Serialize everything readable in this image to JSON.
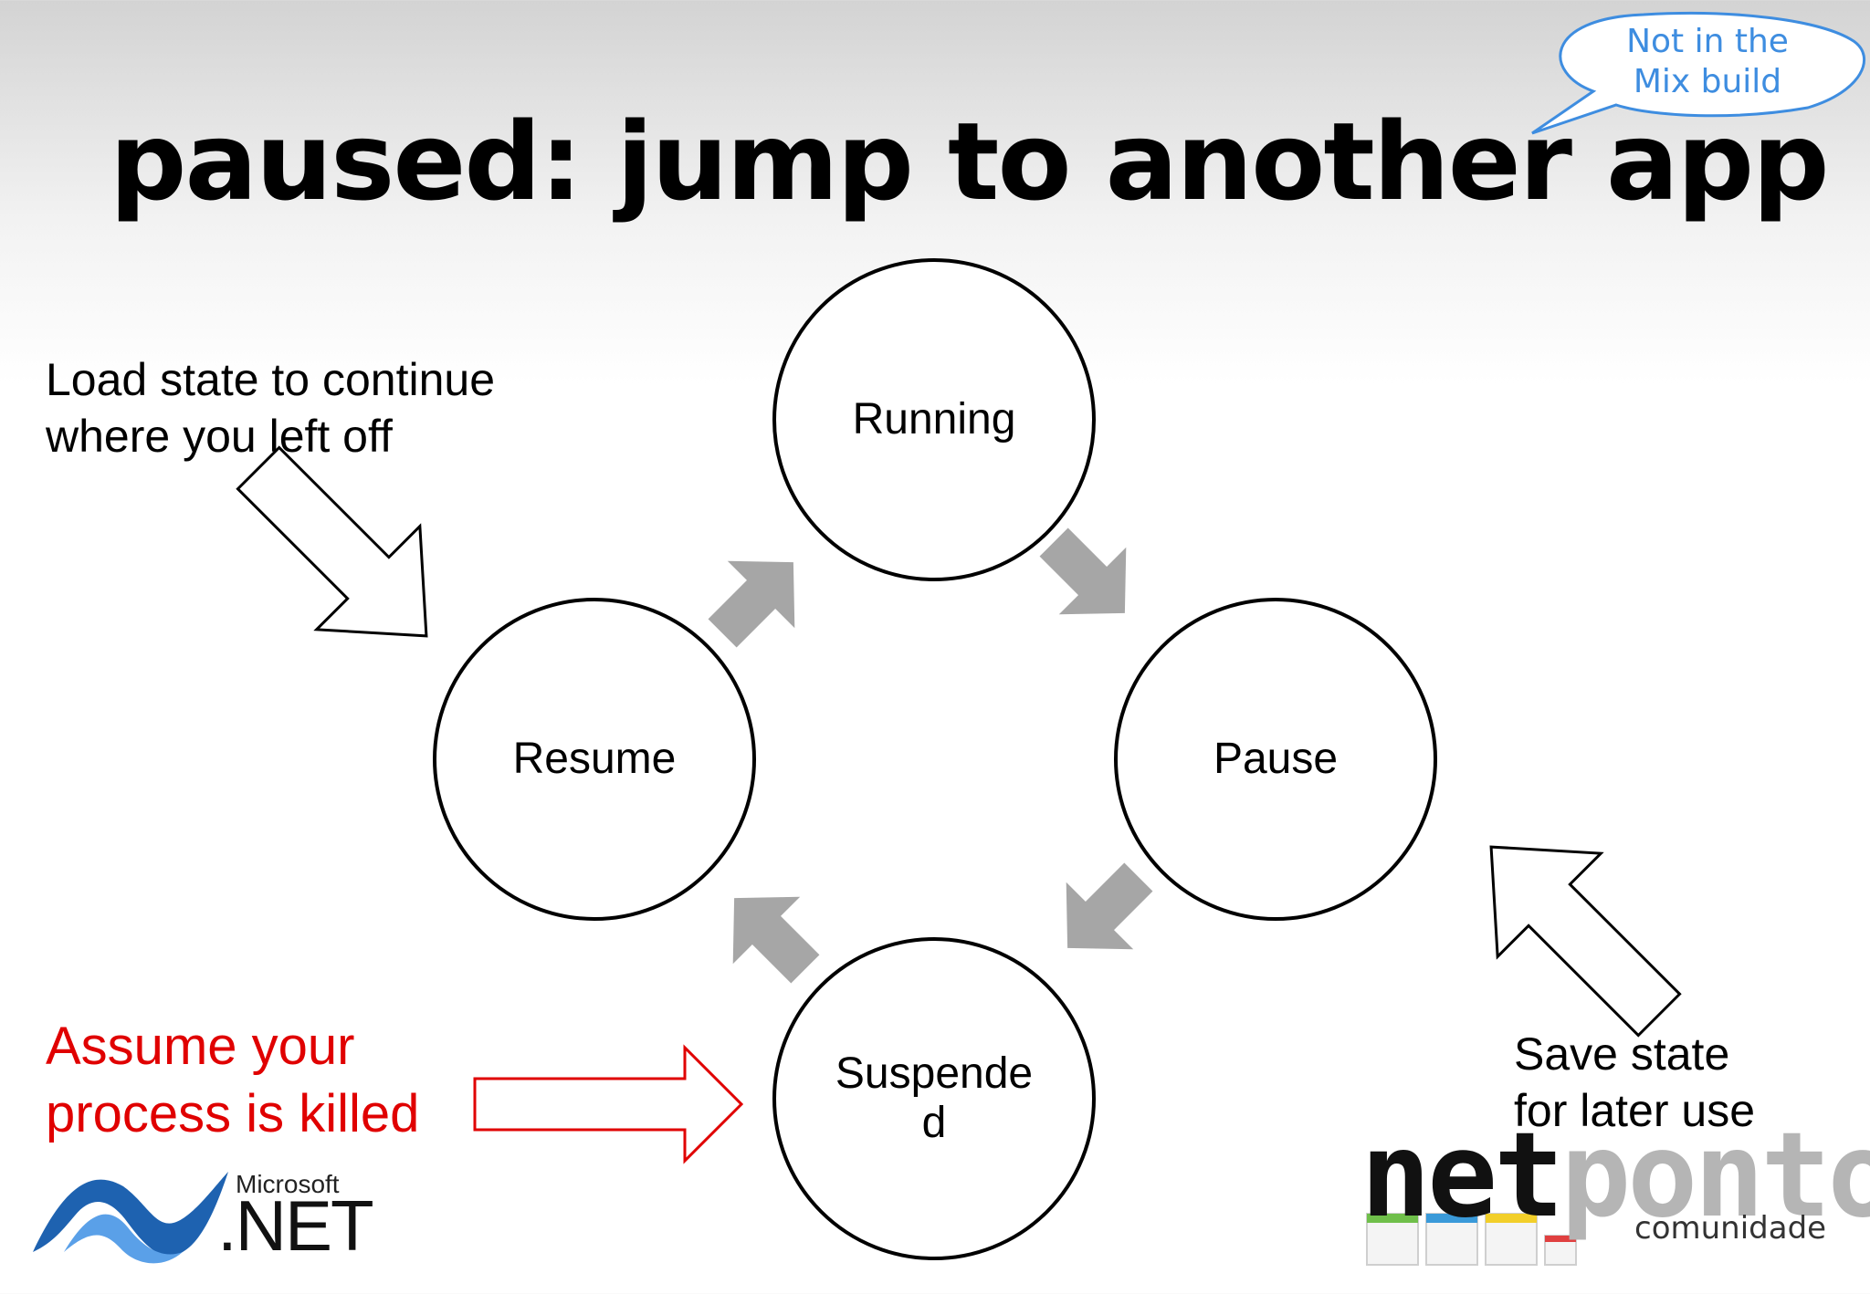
{
  "slide": {
    "title": "paused: jump to another app",
    "callout": {
      "lines": [
        "Not in the",
        "Mix build"
      ],
      "color": "#3e8de0"
    },
    "notes": {
      "load_state": [
        "Load state to continue",
        "where you left off"
      ],
      "save_state": [
        "Save state",
        "for later use"
      ],
      "assume_killed": [
        "Assume your",
        "process is killed"
      ]
    },
    "states": {
      "running": "Running",
      "pause": "Pause",
      "suspended": [
        "Suspende",
        "d"
      ],
      "resume": "Resume"
    },
    "logos": {
      "microsoft_label": "Microsoft",
      "dotnet_label": ".NET",
      "netponto_dark": "net",
      "netponto_light": "ponto",
      "netponto_sub": "comunidade"
    },
    "colors": {
      "cycle_arrow": "#a6a6a6",
      "killed_text": "#e00000",
      "callout_blue": "#3e8de0"
    }
  }
}
